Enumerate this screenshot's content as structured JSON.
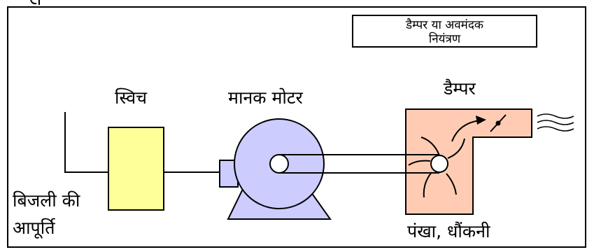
{
  "labels": {
    "switch": "स्विच",
    "motor": "मानक मोटर",
    "damper": "डैम्पर",
    "supply_line1": "बिजली की",
    "supply_line2": "आपूर्ति",
    "fan": "पंखा, धौंकनी",
    "control_line1": "डैम्पर या अवमंदक",
    "control_line2": "नियंत्रण"
  },
  "colors": {
    "switch_fill": "#ffff99",
    "motor_fill": "#ccccff",
    "housing_fill": "#ffccb3",
    "stroke": "#000000"
  },
  "icons": [
    "airflow-waves-icon",
    "damper-blade-icon"
  ]
}
